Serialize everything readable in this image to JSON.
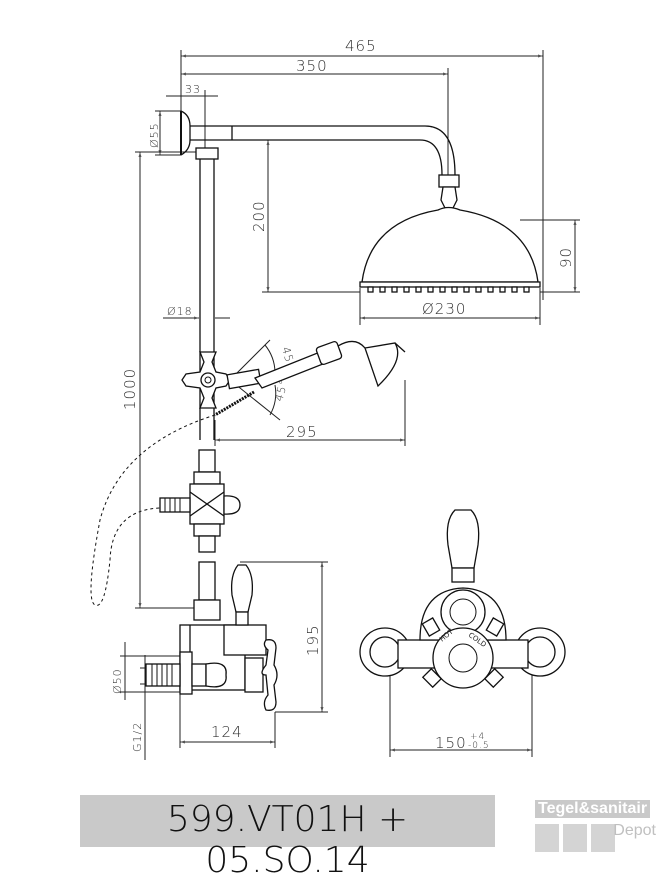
{
  "dimensions": {
    "total_width": "465",
    "arm_length": "350",
    "wall_offset": "33",
    "flange_diameter": "Ø55",
    "arm_height": "200",
    "head_height": "90",
    "head_diameter": "Ø230",
    "rail_diameter": "Ø18",
    "rail_length": "1000",
    "angle_upper": "45°",
    "angle_lower": "45°",
    "hand_shower_reach": "295",
    "mixer_height": "195",
    "mixer_depth": "124",
    "mixer_flange_diameter": "Ø50",
    "thread": "G1/2",
    "center_distance": "150",
    "center_tolerance_plus": "+4",
    "center_tolerance_minus": "-0.5"
  },
  "valve_labels": {
    "hot": "HOT",
    "cold": "COLD"
  },
  "banner": {
    "product_code": "599.VT01H + 05.SO.14"
  },
  "logo": {
    "line1": "Tegel&sanitair",
    "line2": "Depot"
  }
}
